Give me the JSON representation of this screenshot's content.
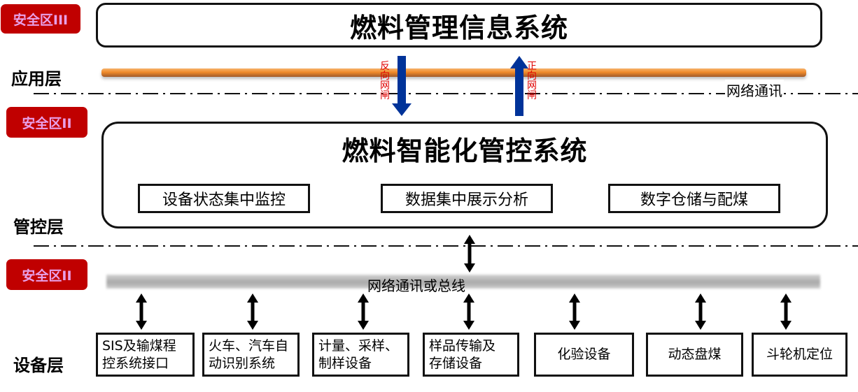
{
  "zones": {
    "zone3": "安全区III",
    "zone2_upper": "安全区II",
    "zone2_lower": "安全区II"
  },
  "layers": {
    "application": "应用层",
    "control": "管控层",
    "device": "设备层"
  },
  "top_system": {
    "title": "燃料管理信息系统"
  },
  "gateways": {
    "reverse": "反向网闸",
    "forward": "正向网闸"
  },
  "network_label": "网络通讯",
  "control_system": {
    "title": "燃料智能化管控系统",
    "modules": [
      "设备状态集中监控",
      "数据集中展示分析",
      "数字仓储与配煤"
    ]
  },
  "bus_label": "网络通讯或总线",
  "devices": [
    {
      "line1": "SIS及输煤程",
      "line2": "控系统接口"
    },
    {
      "line1": "火车、汽车自",
      "line2": "动识别系统"
    },
    {
      "line1": "计量、采样、",
      "line2": "制样设备"
    },
    {
      "line1": "样品传输及",
      "line2": "存储设备"
    },
    {
      "line1": "化验设备",
      "line2": ""
    },
    {
      "line1": "动态盘煤",
      "line2": ""
    },
    {
      "line1": "斗轮机定位",
      "line2": ""
    }
  ],
  "colors": {
    "zone_badge": "#c00000",
    "zone_text": "#e8a0e8",
    "gateway_arrow": "#003399",
    "gateway_text": "#e00000",
    "app_bar": "#f08a2a"
  }
}
